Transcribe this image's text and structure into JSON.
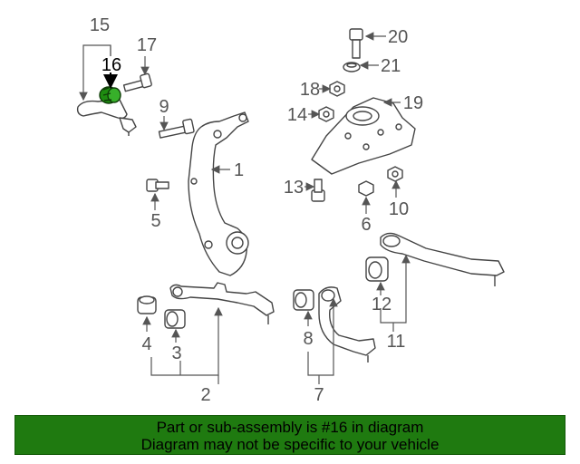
{
  "callouts": {
    "c1": "1",
    "c2": "2",
    "c3": "3",
    "c4": "4",
    "c5": "5",
    "c6": "6",
    "c7": "7",
    "c8": "8",
    "c9": "9",
    "c10": "10",
    "c11": "11",
    "c12": "12",
    "c13": "13",
    "c14": "14",
    "c15": "15",
    "c16": "16",
    "c17": "17",
    "c18": "18",
    "c19": "19",
    "c20": "20",
    "c21": "21"
  },
  "highlight": {
    "part_number": "16",
    "color": "#1e8c10"
  },
  "banner": {
    "line1": "Part or sub-assembly is #16 in diagram",
    "line2": "Diagram may not be specific to your vehicle",
    "background": "#1f7a10"
  }
}
